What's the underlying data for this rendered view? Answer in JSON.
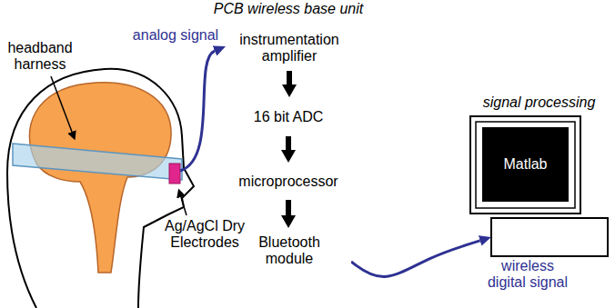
{
  "diagram": {
    "nodes": [
      {
        "text": [
          "PCB wireless base unit"
        ]
      },
      {
        "text": [
          "instrumentation amplifier"
        ],
        "in": 0
      },
      {
        "text": [
          "16 bit ADC"
        ],
        "in": 0
      },
      {
        "text": [
          "microprocessor"
        ],
        "in": 0
      },
      {
        "text": [
          "Bluetooth module"
        ],
        "in": 0
      },
      {
        "text": [
          "signal processing"
        ]
      },
      {
        "text": [
          "Matlab"
        ],
        "in": 5
      }
    ],
    "edges": [
      {
        "from": 1,
        "to": 2,
        "arrow": "to"
      },
      {
        "from": 2,
        "to": 3,
        "arrow": "to"
      },
      {
        "from": 3,
        "to": 4,
        "arrow": "to"
      },
      {
        "from": 4,
        "to": 5,
        "arrow": "to",
        "label": "wireless digital signal"
      }
    ],
    "labels": [
      "headband harness",
      "Ag/AgCl Dry Electrodes",
      "analog signal"
    ]
  }
}
